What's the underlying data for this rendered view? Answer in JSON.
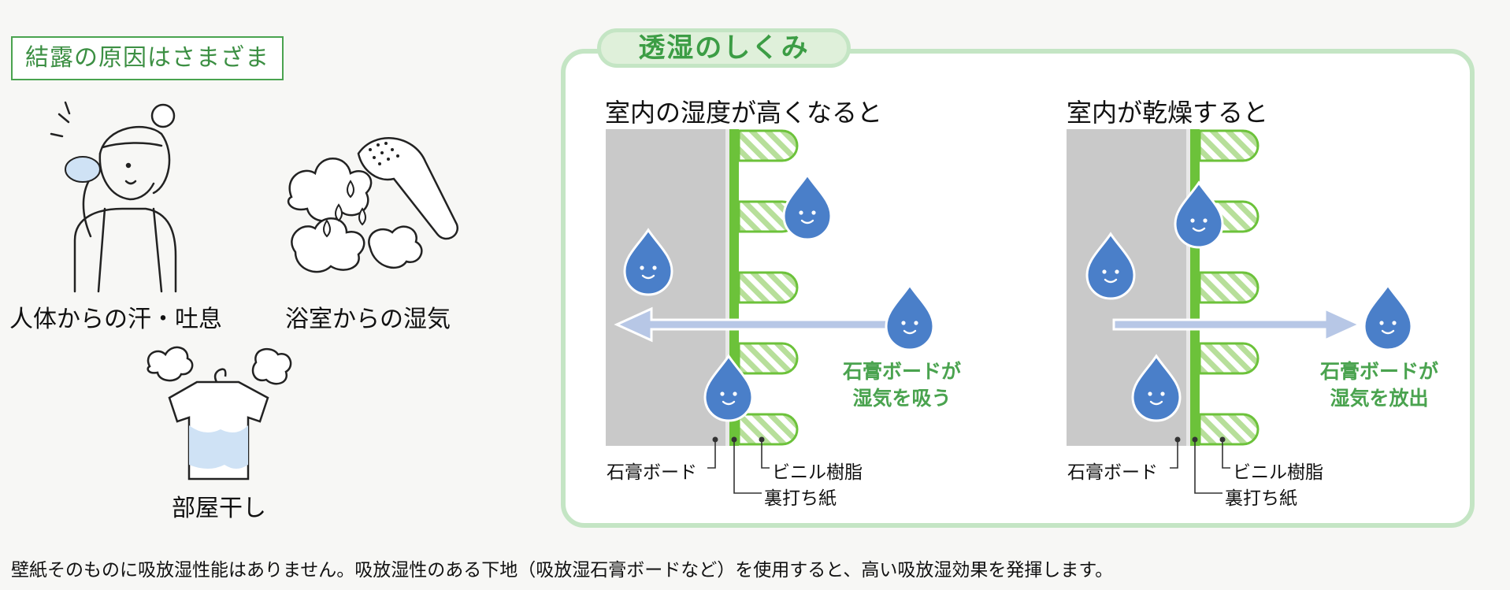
{
  "left": {
    "heading": "結露の原因はさまざま",
    "causes": [
      {
        "label": "人体からの汗・吐息"
      },
      {
        "label": "浴室からの湿気"
      },
      {
        "label": "部屋干し"
      }
    ]
  },
  "mechanism": {
    "heading": "透湿のしくみ",
    "humid": {
      "title": "室内の湿度が高くなると",
      "action": [
        "石膏ボードが",
        "湿気を吸う"
      ]
    },
    "dry": {
      "title": "室内が乾燥すると",
      "action": [
        "石膏ボードが",
        "湿気を放出"
      ]
    },
    "labels": {
      "board": "石膏ボード",
      "vinyl": "ビニル樹脂",
      "backing": "裏打ち紙"
    }
  },
  "footer": "壁紙そのものに吸放湿性能はありません。吸放湿性のある下地（吸放湿石膏ボードなど）を使用すると、高い吸放湿効果を発揮します。",
  "colors": {
    "green": "#4aa34f",
    "panel_border": "#c4e5c4",
    "board_gray": "#c9c9c9",
    "drop_blue": "#4a7fc9",
    "arrow_blue": "#b7c7e6"
  }
}
